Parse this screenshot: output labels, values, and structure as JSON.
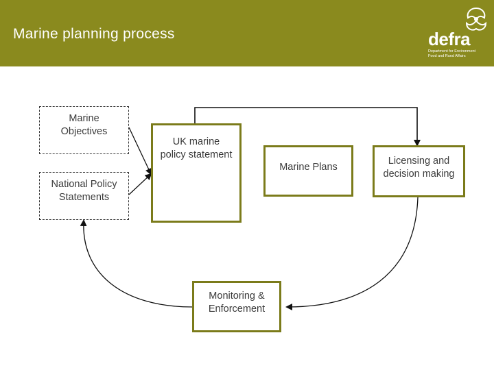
{
  "header": {
    "title": "Marine planning process",
    "logo": {
      "word": "defra",
      "subtitle_line1": "Department for Environment",
      "subtitle_line2": "Food and Rural Affairs",
      "icon": "defra-leaf-icon"
    }
  },
  "diagram": {
    "marine_objectives": {
      "line1": "Marine",
      "line2": "Objectives"
    },
    "national_policy": {
      "line1": "National Policy",
      "line2": "Statements"
    },
    "uk_policy": {
      "line1": "UK marine",
      "line2": "policy statement"
    },
    "marine_plans": {
      "label": "Marine Plans"
    },
    "licensing": {
      "line1": "Licensing and",
      "line2": "decision making"
    },
    "monitoring": {
      "line1": "Monitoring &",
      "line2": "Enforcement"
    }
  },
  "colors": {
    "header_bg": "#8a8a1e",
    "box_border": "#7b7b1a",
    "text": "#3a3a3a"
  }
}
